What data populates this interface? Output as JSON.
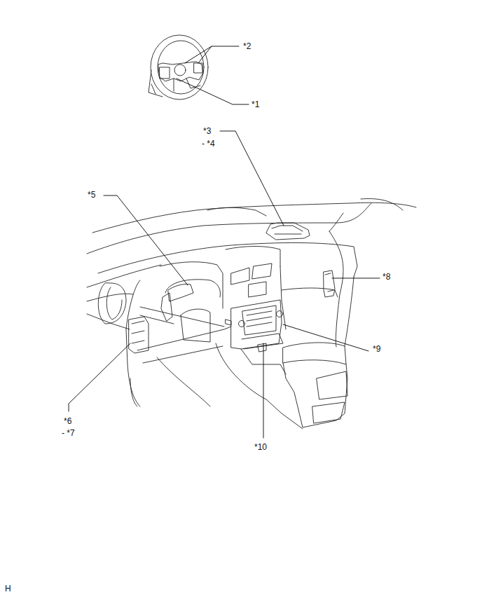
{
  "diagram": {
    "labels": [
      "*2",
      "*1",
      "*3",
      "- *4",
      "*5",
      "*8",
      "*9",
      "*6",
      "- *7",
      "*10",
      "H"
    ]
  }
}
